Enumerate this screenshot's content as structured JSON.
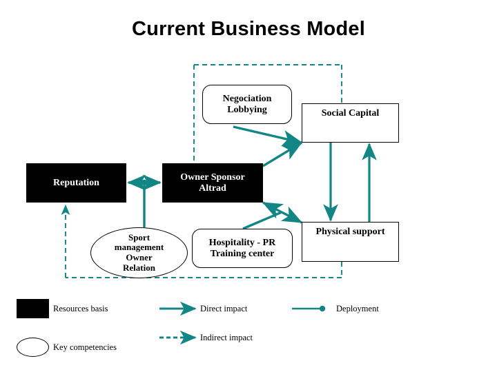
{
  "slide": {
    "title": "Current Business Model",
    "accent_color": "#128585",
    "resource_color": "#000000",
    "background": "#ffffff"
  },
  "nodes": [
    {
      "id": "negociation",
      "label": "Negociation\nLobbying",
      "shape": "rounded-rect",
      "fill": "white",
      "text_color": "#000000"
    },
    {
      "id": "social",
      "label": "Social Capital",
      "shape": "rect",
      "fill": "white",
      "text_color": "#000000"
    },
    {
      "id": "reputation",
      "label": "Reputation",
      "shape": "rect",
      "fill": "black",
      "text_color": "#ffffff"
    },
    {
      "id": "owner",
      "label": "Owner Sponsor\nAltrad",
      "shape": "rect",
      "fill": "black",
      "text_color": "#ffffff"
    },
    {
      "id": "sport",
      "label": "Sport\nmanagement\nOwner\nRelation",
      "shape": "ellipse",
      "fill": "white",
      "text_color": "#000000"
    },
    {
      "id": "hospitality",
      "label": "Hospitality - PR\nTraining center",
      "shape": "rounded-rect",
      "fill": "white",
      "text_color": "#000000"
    },
    {
      "id": "physical",
      "label": "Physical support",
      "shape": "rect",
      "fill": "white",
      "text_color": "#000000"
    }
  ],
  "legend": {
    "items": [
      {
        "id": "resources-basis",
        "label": "Resources basis",
        "symbol": "filled-rectangle"
      },
      {
        "id": "key-competencies",
        "label": "Key competencies",
        "symbol": "outline-ellipse"
      },
      {
        "id": "direct-impact",
        "label": "Direct impact",
        "symbol": "solid-arrow"
      },
      {
        "id": "indirect-impact",
        "label": "Indirect impact",
        "symbol": "dashed-arrow"
      },
      {
        "id": "deployment",
        "label": "Deployment",
        "symbol": "line-with-dot"
      }
    ]
  }
}
